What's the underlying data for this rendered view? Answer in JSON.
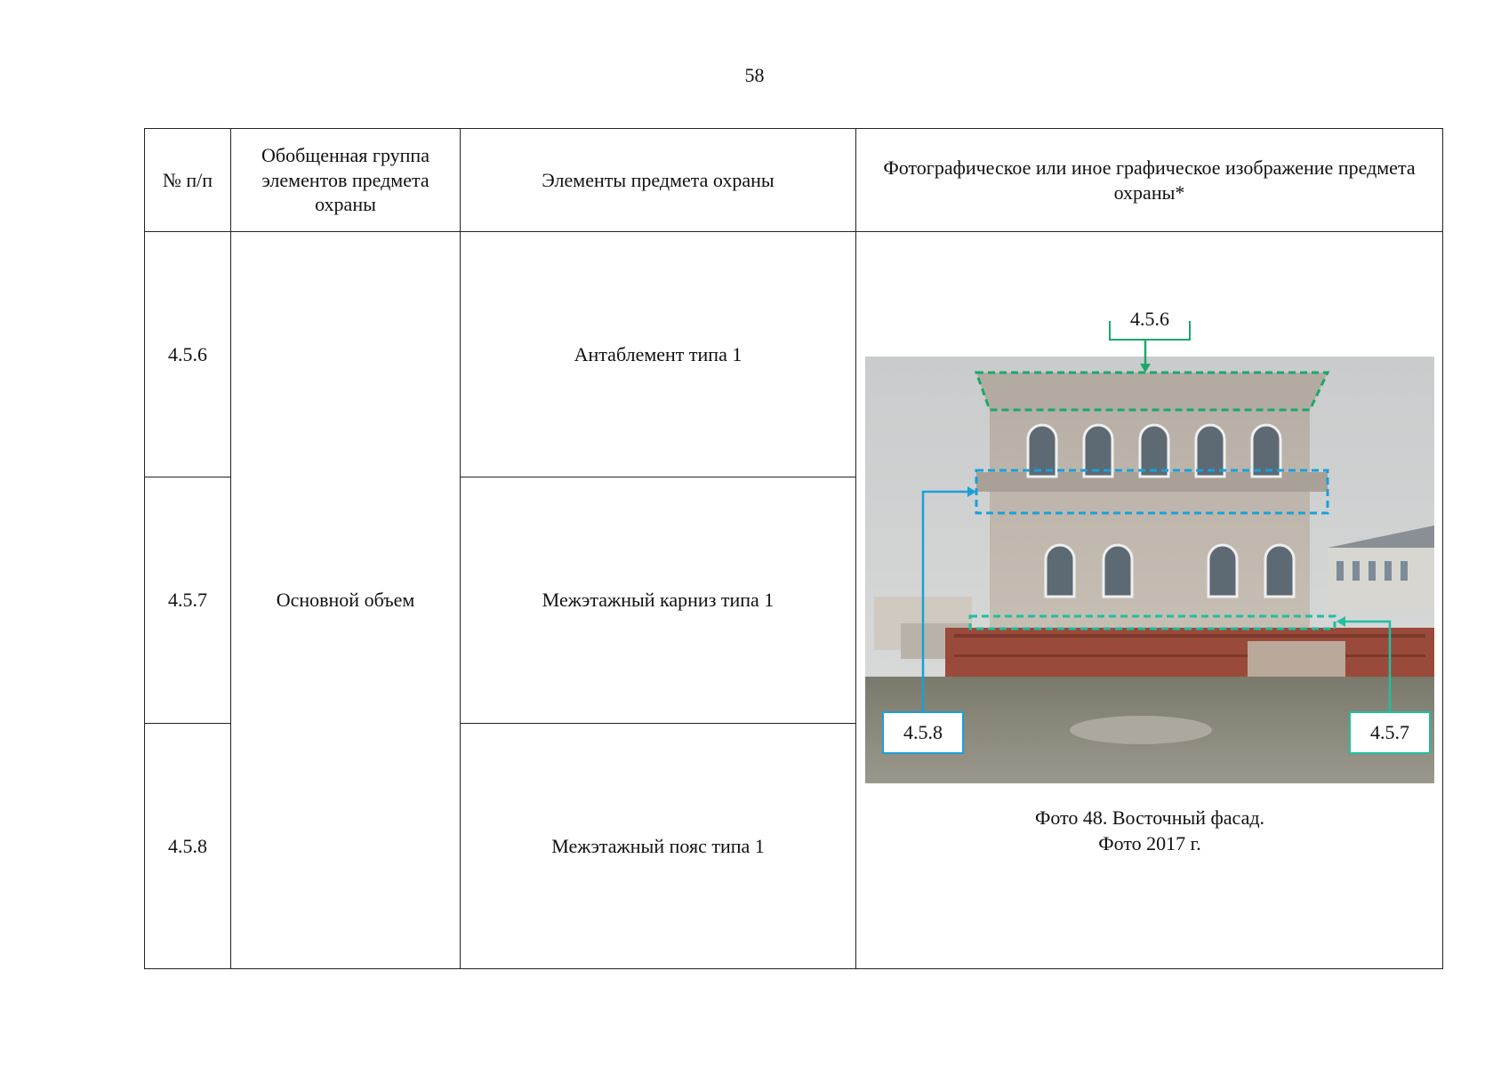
{
  "page_number": "58",
  "table": {
    "headers": [
      "№ п/п",
      "Обобщенная группа элементов предмета охраны",
      "Элементы предмета охраны",
      "Фотографическое или иное графическое изображение предмета охраны*"
    ],
    "group": "Основной объем",
    "rows": [
      {
        "num": "4.5.6",
        "element": "Антаблемент типа 1"
      },
      {
        "num": "4.5.7",
        "element": "Межэтажный карниз типа 1"
      },
      {
        "num": "4.5.8",
        "element": "Межэтажный пояс типа 1"
      }
    ]
  },
  "photo": {
    "labels": {
      "top": "4.5.6",
      "bottom_left": "4.5.8",
      "bottom_right": "4.5.7"
    },
    "caption_line1": "Фото 48. Восточный фасад.",
    "caption_line2": "Фото 2017 г.",
    "colors": {
      "entablature": "#1aa86a",
      "cornice": "#1aa0d8",
      "belt": "#1fbfa0"
    }
  }
}
